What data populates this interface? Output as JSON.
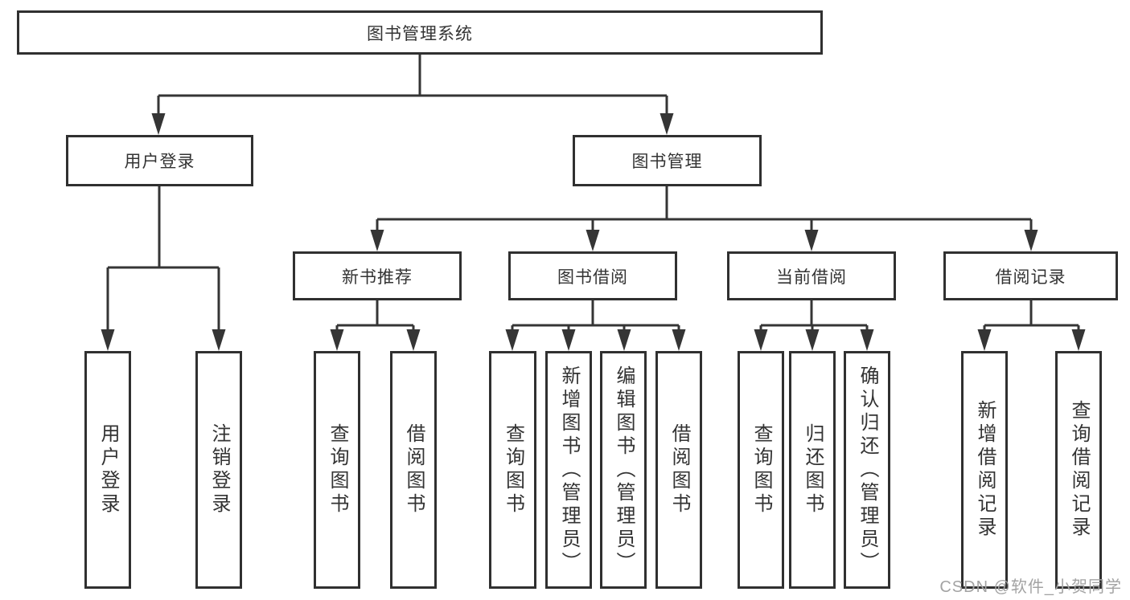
{
  "diagram_type": "hierarchy-tree",
  "tree": {
    "label": "图书管理系统",
    "children": [
      {
        "label": "用户登录",
        "children": [
          {
            "label": "用户登录"
          },
          {
            "label": "注销登录"
          }
        ]
      },
      {
        "label": "图书管理",
        "children": [
          {
            "label": "新书推荐",
            "children": [
              {
                "label": "查询图书"
              },
              {
                "label": "借阅图书"
              }
            ]
          },
          {
            "label": "图书借阅",
            "children": [
              {
                "label": "查询图书"
              },
              {
                "label": "新增图书（管理员）"
              },
              {
                "label": "编辑图书（管理员）"
              },
              {
                "label": "借阅图书"
              }
            ]
          },
          {
            "label": "当前借阅",
            "children": [
              {
                "label": "查询图书"
              },
              {
                "label": "归还图书"
              },
              {
                "label": "确认归还（管理员）"
              }
            ]
          },
          {
            "label": "借阅记录",
            "children": [
              {
                "label": "新增借阅记录"
              },
              {
                "label": "查询借阅记录"
              }
            ]
          }
        ]
      }
    ]
  },
  "watermark": "CSDN @软件_小贺同学",
  "colors": {
    "background": "#ffffff",
    "line": "#353535",
    "box_border": "#303030",
    "text": "#333333",
    "watermark": "#a3a3a3"
  }
}
